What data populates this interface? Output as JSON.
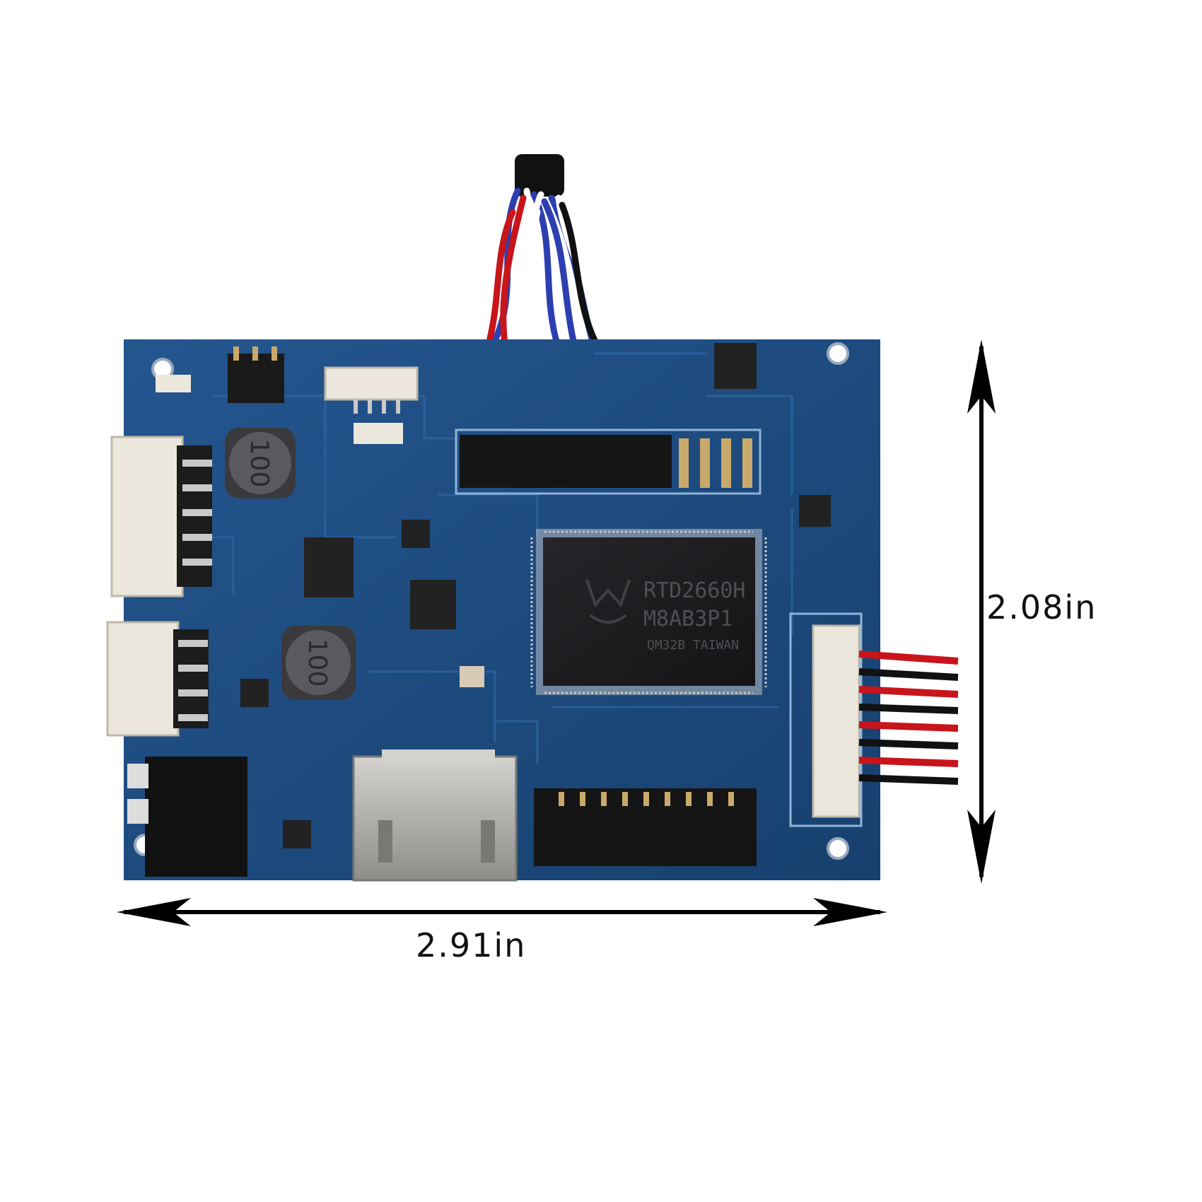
{
  "dimensions": {
    "width_label": "2.91in",
    "height_label": "2.08in"
  },
  "board": {
    "chip_lines": [
      "RTD2660H",
      "M8AB3P1",
      "QM32B TAIWAN"
    ],
    "inductor_label": "100"
  },
  "colors": {
    "pcb": "#1f4f86",
    "pcb_dark": "#163c68",
    "trace": "#2d64a0",
    "chip": "#1b1b1d",
    "connector": "#ece7dc",
    "metal": "#b8b6b2",
    "wire_red": "#c8141b",
    "wire_blue": "#2c3fb0",
    "arrow": "#000000"
  }
}
